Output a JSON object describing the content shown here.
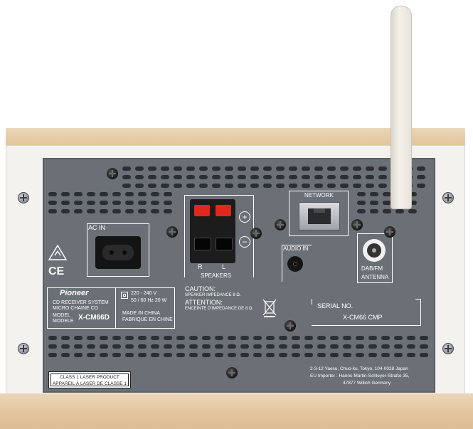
{
  "ports": {
    "ac_in": "AC IN",
    "speakers": "SPEAKERS",
    "speaker_r": "R",
    "speaker_l": "L",
    "plus": "+",
    "minus": "−",
    "network": "NETWORK",
    "audio_in": "AUDIO IN",
    "dab_fm": "DAB/FM",
    "antenna": "ANTENNA"
  },
  "marks": {
    "ce": "CE"
  },
  "label_plate": {
    "brand": "Pioneer",
    "product_line1": "CD RECEIVER SYSTEM",
    "product_line2": "MICRO CHAINE CD",
    "model_label1": "MODEL",
    "model_label2": "MODELE",
    "model_number": "X-CM66D",
    "voltage": "220 - 240 V",
    "freq_power": "50 / 60 Hz   20 W",
    "made_in_1": "MADE IN CHINA",
    "made_in_2": "FABRIQUE EN CHINE"
  },
  "caution": {
    "title": "CAUTION:",
    "text": "SPEAKER IMPEDANCE 8 Ω.",
    "title_fr": "ATTENTION:",
    "text_fr": "ENCEINTE D'IMPEDANCE DE 8 Ω."
  },
  "serial": {
    "label": "SERIAL NO.",
    "value": "X-CM66 CMP"
  },
  "laser": {
    "line1": "CLASS 1 LASER PRODUCT",
    "line2": "APPAREIL À LASER DE CLASSE 1"
  },
  "address": {
    "line1": "2-3-12 Yaesu, Chuo-ku, Tokyo, 104-0028 Japan",
    "line2": "EU Importer : Hanns-Martin-Schleyer-Straße 35,",
    "line3": "47877 Willich Germany"
  },
  "colors": {
    "panel": "#6b6f76",
    "terminal_red": "#e0281e",
    "wood": "#e3c7a0"
  }
}
